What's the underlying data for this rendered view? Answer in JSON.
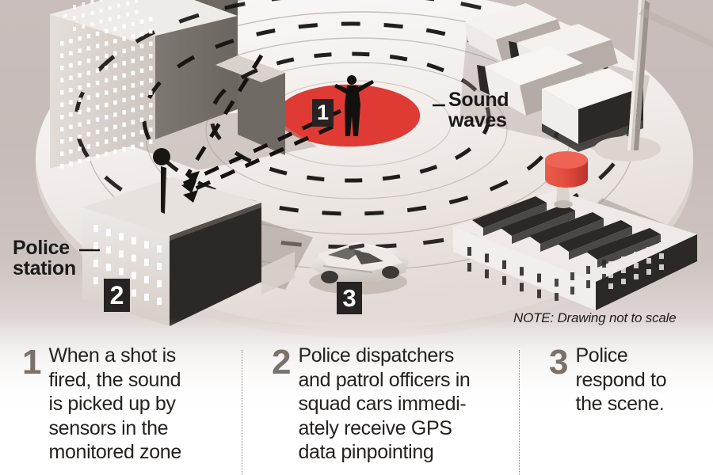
{
  "illustration": {
    "labels": {
      "sound_waves": "Sound\nwaves",
      "police_station": "Police\nstation",
      "note": "NOTE: Drawing not to scale"
    },
    "markers": {
      "marker_1": "1",
      "marker_2": "2",
      "marker_3": "3"
    },
    "colors": {
      "gunshot_zone_red": "#e03a34",
      "tank_red": "#e0493c",
      "marker_chip": "#262322",
      "background_taupe": "#c9bebb",
      "ground_disc": "#f2eeec",
      "building_dark": "#2b2826",
      "caption_number": "#7a716a",
      "caption_text": "#24211f"
    },
    "scene_elements": [
      "office-towers",
      "police-station-building",
      "acoustic-sensor-antenna",
      "gunshot-red-zone",
      "shooter-figure",
      "sound-wave-rings",
      "dashed-sound-paths",
      "police-patrol-car",
      "warehouse-row",
      "light-pole",
      "factory-with-red-tank"
    ]
  },
  "captions": [
    {
      "number": "1",
      "text": "When a shot is\nfired, the sound\nis picked up by\nsensors in the\nmonitored zone"
    },
    {
      "number": "2",
      "text": "Police dispatchers\nand patrol officers in\nsquad cars immedi-\nately receive GPS\ndata pinpointing"
    },
    {
      "number": "3",
      "text": "Police\nrespond to\nthe scene."
    }
  ]
}
